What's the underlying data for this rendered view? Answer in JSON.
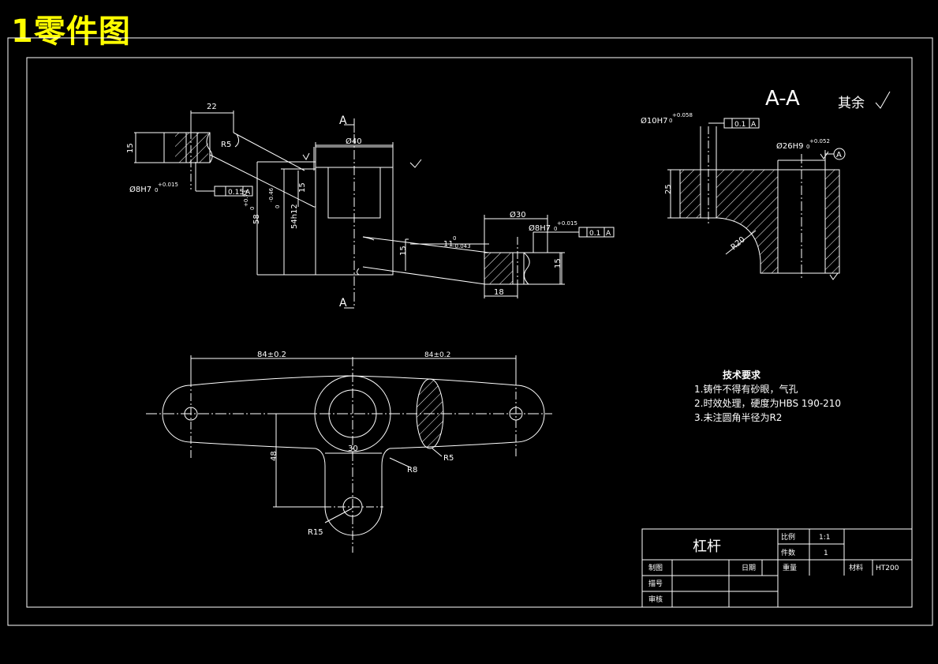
{
  "header": {
    "title": "1零件图"
  },
  "section": {
    "label": "A-A",
    "roughness_note": "其余"
  },
  "labels": {
    "cut_mark": "A",
    "section_mark": "A"
  },
  "dims": {
    "d22": "22",
    "d15a": "15",
    "r5a": "R5",
    "phi8h7": "Ø8H7",
    "phi8h7_tol": "+0.015",
    "phi8h7_tol0": "0",
    "tol_015": "0.15",
    "datum_a": "A",
    "phi40": "Ø40",
    "d15b": "15",
    "d58": "58",
    "d58_tol": "+0.74",
    "d58_tol0": "0",
    "d54": "54h12",
    "d54_tol": "-0.46",
    "d54_tol0": "0",
    "d11": "11",
    "d11_tol": "-0.043",
    "d11_tol0": "0",
    "phi30": "Ø30",
    "phi8h7b": "Ø8H7",
    "phi8h7b_tol": "+0.015",
    "phi8h7b_tol0": "0",
    "tol_01a": "0.1",
    "d15c": "15",
    "d15d": "15",
    "d18": "18",
    "phi10h7": "Ø10H7",
    "phi10h7_tol": "+0.058",
    "phi10h7_tol0": "0",
    "tol_01b": "0.1",
    "phi26h9": "Ø26H9",
    "phi26h9_tol": "+0.052",
    "phi26h9_tol0": "0",
    "d25": "25",
    "r20": "R20",
    "d84a": "84±0.2",
    "d84b": "84±0.2",
    "d48": "48",
    "d30": "30",
    "r5b": "R5",
    "r8": "R8",
    "r15": "R15"
  },
  "notes": {
    "title": "技术要求",
    "items": [
      "1.铸件不得有砂眼，气孔",
      "2.时效处理，硬度为HBS 190-210",
      "3.未注圆角半径为R2"
    ]
  },
  "title_block": {
    "part_name": "杠杆",
    "scale_label": "比例",
    "scale_value": "1:1",
    "qty_label": "件数",
    "qty_value": "1",
    "drawn_label": "制图",
    "date_label": "日期",
    "weight_label": "重量",
    "material_label": "材料",
    "material_value": "HT200",
    "checked_label": "描号",
    "approved_label": "审核"
  }
}
